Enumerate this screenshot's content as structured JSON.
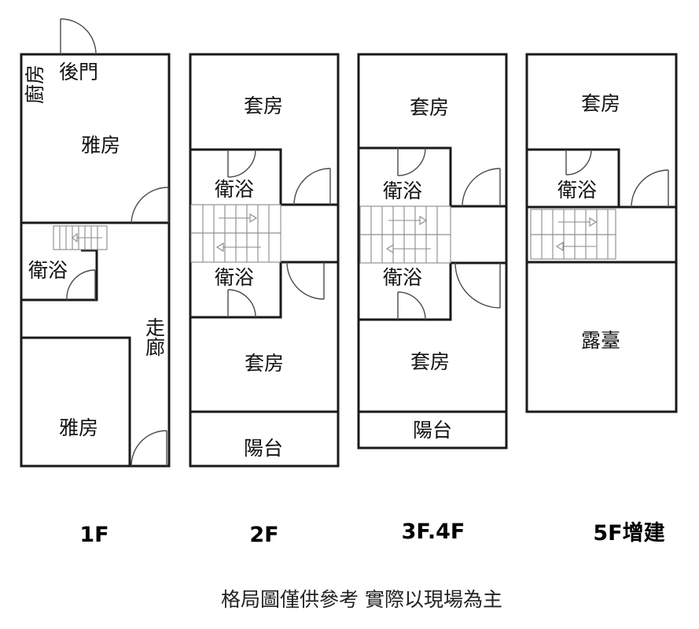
{
  "floors": [
    {
      "label": "1F",
      "rooms": {
        "kitchen": "廚房",
        "back_door": "後門",
        "room_top": "雅房",
        "bath": "衛浴",
        "corridor": "走廊",
        "room_bottom": "雅房"
      }
    },
    {
      "label": "2F",
      "rooms": {
        "suite_top": "套房",
        "bath_top": "衛浴",
        "bath_bottom": "衛浴",
        "suite_bottom": "套房",
        "balcony": "陽台"
      }
    },
    {
      "label": "3F.4F",
      "rooms": {
        "suite_top": "套房",
        "bath_top": "衛浴",
        "bath_bottom": "衛浴",
        "suite_bottom": "套房",
        "balcony": "陽台"
      }
    },
    {
      "label": "5F增建",
      "rooms": {
        "suite_top": "套房",
        "bath_top": "衛浴",
        "terrace": "露臺"
      }
    }
  ],
  "footer_note": "格局圖僅供參考 實際以現場為主"
}
